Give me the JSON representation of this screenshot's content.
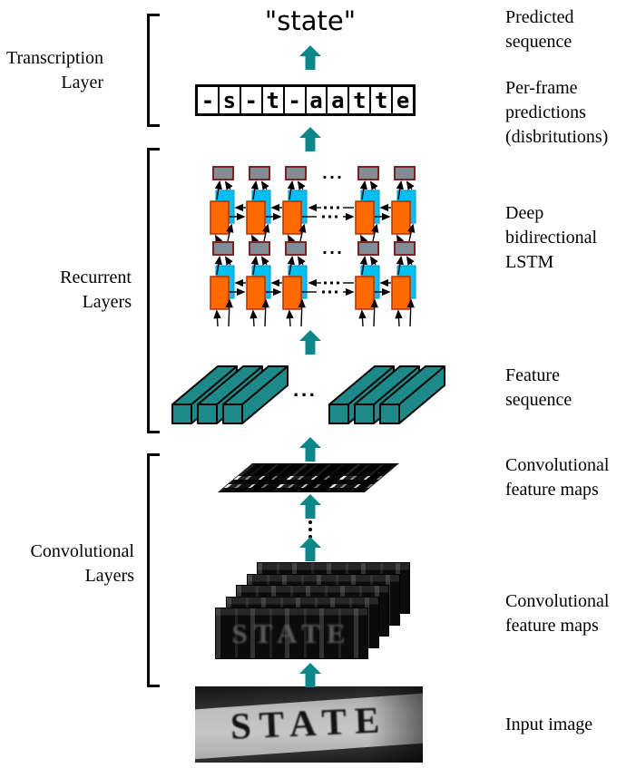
{
  "predicted_sequence": "\"state\"",
  "frame_predictions": [
    "-",
    "s",
    "-",
    "t",
    "-",
    "a",
    "a",
    "t",
    "t",
    "e"
  ],
  "left_labels": {
    "transcription": {
      "line1": "Transcription",
      "line2": "Layer"
    },
    "recurrent": {
      "line1": "Recurrent",
      "line2": "Layers"
    },
    "convolutional": {
      "line1": "Convolutional",
      "line2": "Layers"
    }
  },
  "right_labels": {
    "predicted": {
      "line1": "Predicted",
      "line2": "sequence"
    },
    "per_frame": {
      "line1": "Per-frame",
      "line2": "predictions",
      "line3": "(disbritutions)"
    },
    "lstm": {
      "line1": "Deep",
      "line2": "bidirectional",
      "line3": "LSTM"
    },
    "feature_seq": {
      "line1": "Feature",
      "line2": "sequence"
    },
    "conv_maps_upper": {
      "line1": "Convolutional",
      "line2": "feature maps"
    },
    "conv_maps_lower": {
      "line1": "Convolutional",
      "line2": "feature maps"
    },
    "input_image": {
      "line1": "Input image"
    }
  },
  "diagram": {
    "ellipsis": "...",
    "stack_text": "STATE",
    "input_image_text": "STATE"
  },
  "colors": {
    "teal": "#0e8789",
    "bar_fill": "#1e8989",
    "orange": "#ff6a00",
    "orange_border": "#b33000",
    "cyan": "#00c0f0",
    "cyan_border": "#0092c4",
    "gray_fill": "#7f8d95",
    "gray_border": "#7a2423"
  }
}
